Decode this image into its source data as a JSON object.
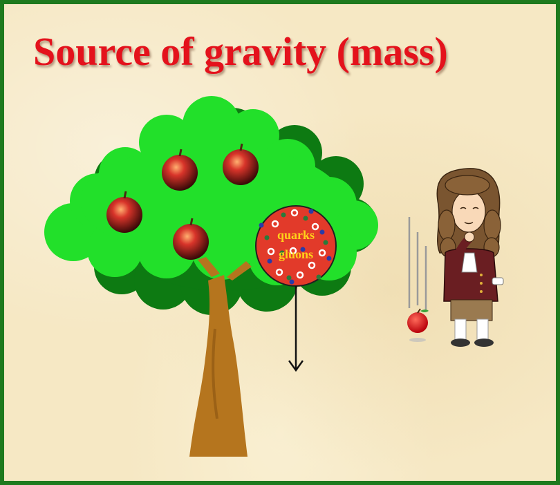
{
  "title": "Source of gravity (mass)",
  "circle_labels": {
    "line1": "quarks",
    "line2": "gluons"
  },
  "colors": {
    "title": "#e4121c",
    "border": "#1e7a1e",
    "background": "#f6e8c4",
    "foliage_light": "#22e02a",
    "foliage_dark": "#0d7a12",
    "trunk": "#b5751e",
    "circle_fill": "#e23a2a",
    "label_text": "#ffd21a"
  },
  "icons": [
    "apple-icon",
    "tree-icon",
    "newton-figure-icon",
    "falling-apple-icon",
    "down-arrow-icon"
  ]
}
